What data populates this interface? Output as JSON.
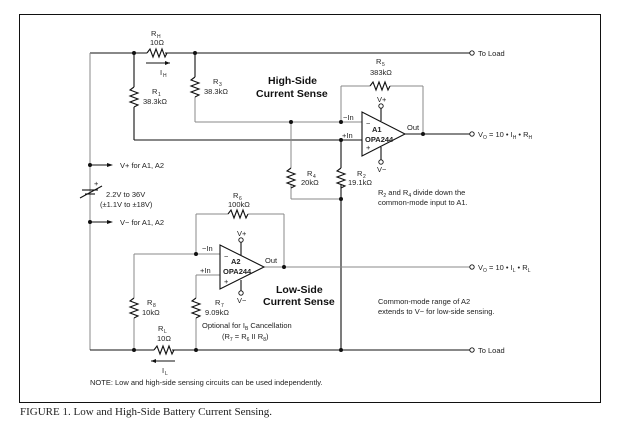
{
  "figure": {
    "caption": "FIGURE 1. Low and High-Side Battery Current Sensing.",
    "note": "NOTE: Low and high-side sensing circuits can be used independently."
  },
  "components": {
    "RH": {
      "name": "R",
      "sub": "H",
      "value": "10Ω"
    },
    "IH": {
      "name": "I",
      "sub": "H"
    },
    "R1": {
      "name": "R",
      "sub": "1",
      "value": "38.3kΩ"
    },
    "R3": {
      "name": "R",
      "sub": "3",
      "value": "38.3kΩ"
    },
    "R5": {
      "name": "R",
      "sub": "5",
      "value": "383kΩ"
    },
    "R4": {
      "name": "R",
      "sub": "4",
      "value": "20kΩ"
    },
    "R2": {
      "name": "R",
      "sub": "2",
      "value": "19.1kΩ"
    },
    "R6": {
      "name": "R",
      "sub": "6",
      "value": "100kΩ"
    },
    "R8": {
      "name": "R",
      "sub": "8",
      "value": "10kΩ"
    },
    "R7": {
      "name": "R",
      "sub": "7",
      "value": "9.09kΩ"
    },
    "RL": {
      "name": "R",
      "sub": "L",
      "value": "10Ω"
    },
    "IL": {
      "name": "I",
      "sub": "L"
    },
    "A1": {
      "name": "A1",
      "part": "OPA244",
      "inv": "−In",
      "noninv": "+In",
      "out": "Out",
      "vplus": "V+",
      "vminus": "V−",
      "minus_sign": "−",
      "plus_sign": "+"
    },
    "A2": {
      "name": "A2",
      "part": "OPA244",
      "inv": "−In",
      "noninv": "+In",
      "out": "Out",
      "vplus": "V+",
      "vminus": "V−",
      "minus_sign": "−",
      "plus_sign": "+"
    },
    "battery": {
      "plus": "+",
      "range1": "2.2V to 36V",
      "range2": "(±1.1V to ±18V)"
    }
  },
  "labels": {
    "to_load_top": "To Load",
    "to_load_bottom": "To Load",
    "vo_high": {
      "prefix": "V",
      "sub": "O",
      "expr": " = 10 • I",
      "isub": "H",
      "mid": " • R",
      "rsub": "H"
    },
    "vo_low": {
      "prefix": "V",
      "sub": "O",
      "expr": " = 10 • I",
      "isub": "L",
      "mid": " • R",
      "rsub": "L"
    },
    "vplus_supply": "V+ for A1, A2",
    "vminus_supply": "V− for A1, A2",
    "high_side_1": "High-Side",
    "high_side_2": "Current Sense",
    "low_side_1": "Low-Side",
    "low_side_2": "Current Sense",
    "divider_note_1": " and R",
    "divider_note_1b": " divide down the",
    "divider_note_2": "common-mode input to A1.",
    "cm_note_1": "Common-mode range of A2",
    "cm_note_2": "extends to V− for low-side sensing.",
    "optional_1": "Optional for I",
    "optional_1_sub": "B",
    "optional_1_end": " Cancellation",
    "optional_2": "(R",
    "optional_2_a": "7",
    "optional_2_b": " = R",
    "optional_2_c": "6",
    "optional_2_d": " II R",
    "optional_2_e": "8",
    "optional_2_f": ")"
  }
}
